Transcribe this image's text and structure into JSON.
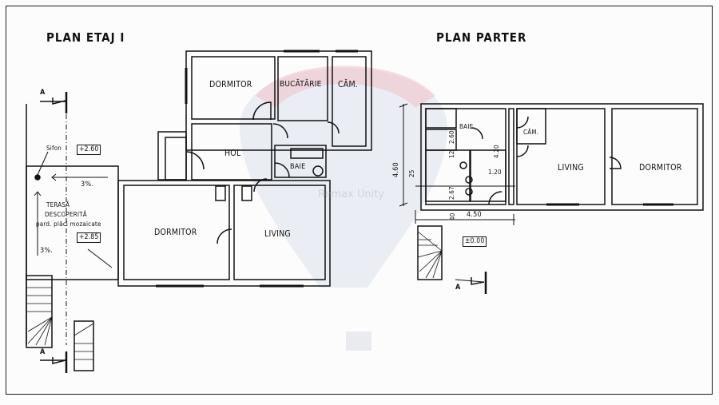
{
  "plans": {
    "upper_floor": {
      "title": "PLAN ETAJ I",
      "rooms": {
        "dormitor_top": "DORMITOR",
        "bucatarie": "BUCĂTĂRIE",
        "camara": "CĂM.",
        "hol": "HOL",
        "baie": "BAIE",
        "dormitor_bottom": "DORMITOR",
        "living": "LIVING"
      },
      "terrace": {
        "drain_label": "Sifon",
        "level_top": "+2.60",
        "slope_horizontal": "3%.",
        "slope_vertical": "3%.",
        "line1": "TERASĂ",
        "line2": "DESCOPERITĂ",
        "line3": "pard. plăci mozaicate",
        "level_bottom": "+2.85"
      },
      "section_mark_top": "A",
      "section_mark_bottom": "A"
    },
    "ground_floor": {
      "title": "PLAN PARTER",
      "rooms": {
        "baie": "BAIE",
        "camara": "CĂM.",
        "living": "LIVING",
        "dormitor": "DORMITOR"
      },
      "dimensions": {
        "total_height": "4.60",
        "offset_25": "25",
        "bath_260": "2.60",
        "d_12": "12",
        "kitchen_267": "2.67",
        "d_40": "40",
        "hall_420": "4.20",
        "width_120": "1.20",
        "width_450": "4.50"
      },
      "level": "±0.00",
      "section_mark": "A"
    }
  },
  "watermark": {
    "text": "Remax Unity",
    "colors": {
      "red": "#e8a0a8",
      "blue": "#c5d0e0"
    }
  }
}
